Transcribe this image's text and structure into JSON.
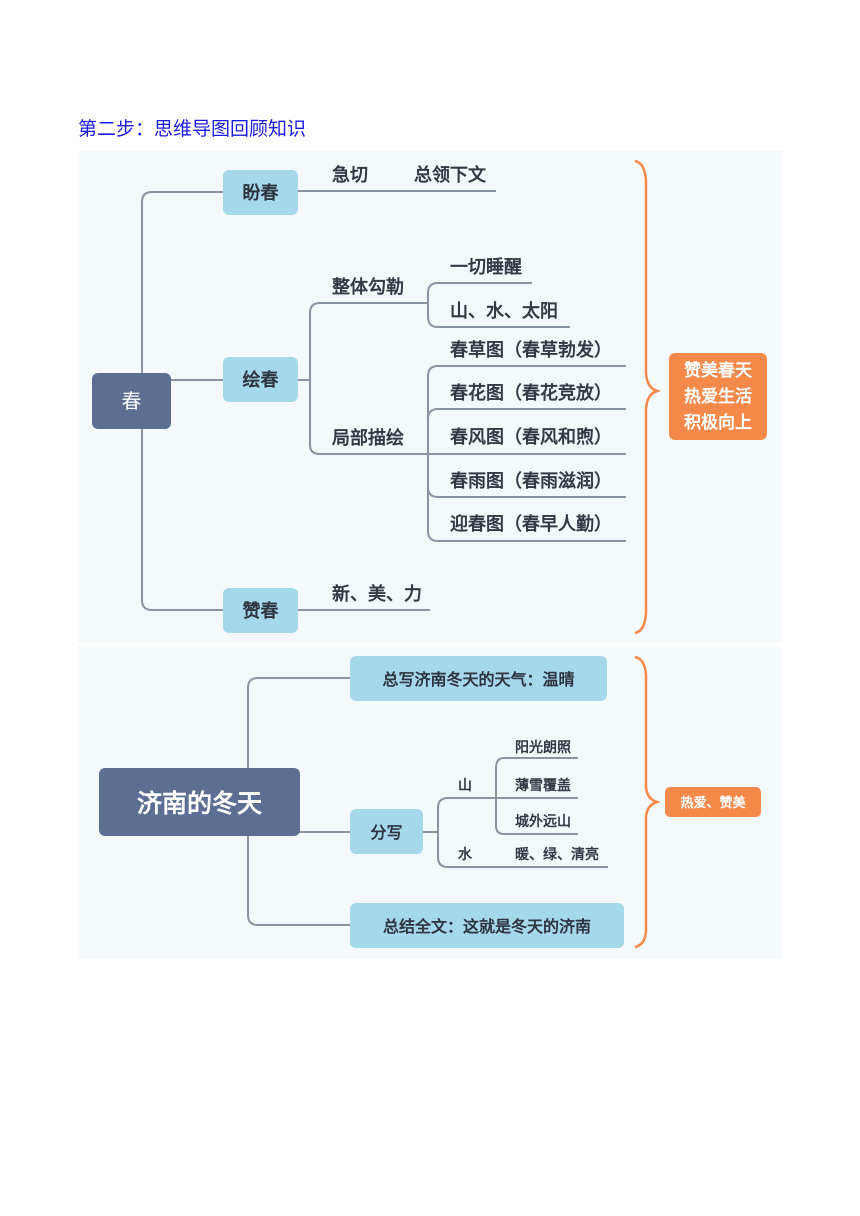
{
  "heading": "第二步：思维导图回顾知识",
  "map1": {
    "root": "春",
    "branches": {
      "panchun": {
        "label": "盼春",
        "items": [
          "急切",
          "总领下文"
        ]
      },
      "huichun": {
        "label": "绘春",
        "zhengti": {
          "label": "整体勾勒",
          "items": [
            "一切睡醒",
            "山、水、太阳"
          ]
        },
        "jubu": {
          "label": "局部描绘",
          "items": [
            "春草图（春草勃发）",
            "春花图（春花竞放）",
            "春风图（春风和煦）",
            "春雨图（春雨滋润）",
            "迎春图（春早人勤）"
          ]
        }
      },
      "zanchun": {
        "label": "赞春",
        "items": [
          "新、美、力"
        ]
      }
    },
    "theme": [
      "赞美春天",
      "热爱生活",
      "积极向上"
    ]
  },
  "map2": {
    "root": "济南的冬天",
    "top": "总写济南冬天的天气：温晴",
    "middle": {
      "label": "分写",
      "shan": {
        "label": "山",
        "items": [
          "阳光朗照",
          "薄雪覆盖",
          "城外远山"
        ]
      },
      "shui": {
        "label": "水",
        "items": [
          "暖、绿、清亮"
        ]
      }
    },
    "bottom": "总结全文：这就是冬天的济南",
    "theme": "热爱、赞美"
  },
  "colors": {
    "node": "#a6d8ec",
    "root": "#5c6f93",
    "accent": "#f5894a",
    "heading": "#1a1ae6",
    "panel": "#f4f9fc"
  }
}
